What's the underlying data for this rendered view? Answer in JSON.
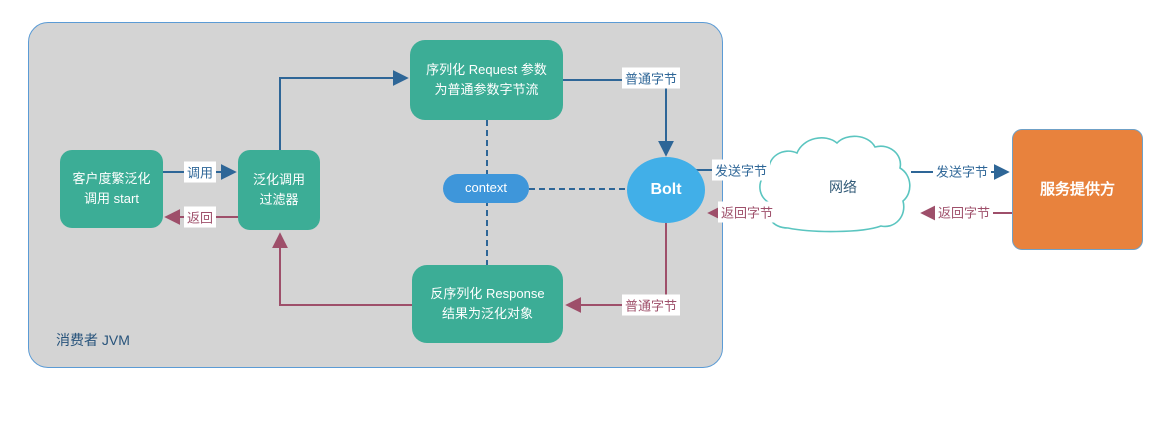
{
  "container": {
    "label": "消费者 JVM"
  },
  "nodes": {
    "client": {
      "line1": "客户度繁泛化",
      "line2": "调用 start"
    },
    "filter": {
      "line1": "泛化调用",
      "line2": "过滤器"
    },
    "serialize": {
      "line1": "序列化 Request 参数",
      "line2": "为普通参数字节流"
    },
    "deserialize": {
      "line1": "反序列化 Response",
      "line2": "结果为泛化对象"
    },
    "context": {
      "label": "context"
    },
    "bolt": {
      "label": "Bolt"
    },
    "network": {
      "label": "网络"
    },
    "provider": {
      "label": "服务提供方"
    }
  },
  "edges": {
    "call": "调用",
    "return": "返回",
    "plain_bytes_top": "普通字节",
    "plain_bytes_bottom": "普通字节",
    "send_bytes_bolt_to_network": "发送字节",
    "return_bytes_network_to_bolt": "返回字节",
    "send_bytes_network_to_provider": "发送字节",
    "return_bytes_provider_to_network": "返回字节"
  },
  "colors": {
    "node_green": "#3CAD96",
    "context_blue": "#3E96DA",
    "bolt_blue": "#41AFE8",
    "provider_orange": "#E8823D",
    "provider_border": "#6FA0C6",
    "cloud_stroke": "#5BC5C0",
    "network_text": "#315A77",
    "flow_blue": "#2E6697",
    "flow_maroon": "#9E4F6A",
    "container_fill": "#D4D4D4",
    "container_border": "#5B9BD5",
    "jvm_text": "#27537B"
  }
}
